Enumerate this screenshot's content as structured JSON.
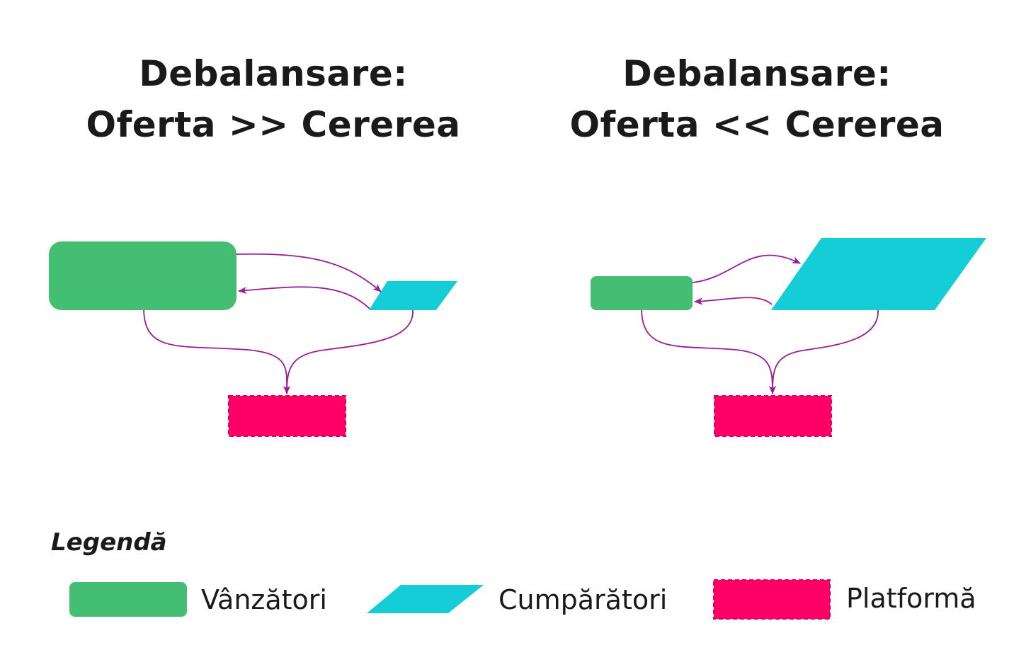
{
  "colors": {
    "sellers": "#43be72",
    "buyers": "#14cdd6",
    "platform": "#ff0066",
    "arrow": "#9b1b9b",
    "text": "#1a1a1a"
  },
  "panels": [
    {
      "title_line1": "Debalansare:",
      "title_line2": "Oferta >> Cererea"
    },
    {
      "title_line1": "Debalansare:",
      "title_line2": "Oferta << Cererea"
    }
  ],
  "legend": {
    "title": "Legendă",
    "items": [
      {
        "label": "Vânzători",
        "shape": "rounded-rectangle",
        "color": "#43be72"
      },
      {
        "label": "Cumpărători",
        "shape": "parallelogram",
        "color": "#14cdd6"
      },
      {
        "label": "Platformă",
        "shape": "dashed-rectangle",
        "color": "#ff0066"
      }
    ]
  }
}
